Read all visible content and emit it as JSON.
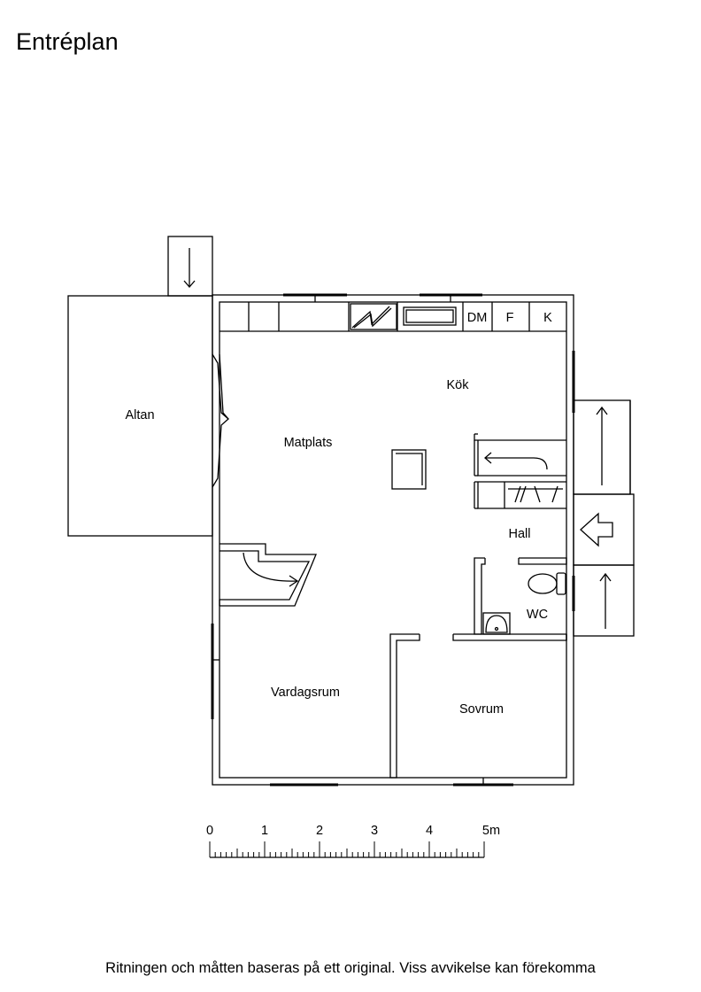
{
  "title": "Entréplan",
  "rooms": {
    "altan": "Altan",
    "kok": "Kök",
    "matplats": "Matplats",
    "hall": "Hall",
    "wc": "WC",
    "vardagsrum": "Vardagsrum",
    "sovrum": "Sovrum"
  },
  "appliances": {
    "dm": "DM",
    "f": "F",
    "k": "K"
  },
  "scale": {
    "labels": [
      "0",
      "1",
      "2",
      "3",
      "4",
      "5m"
    ]
  },
  "footer": "Ritningen och måtten baseras på ett original. Viss avvikelse kan förekomma"
}
